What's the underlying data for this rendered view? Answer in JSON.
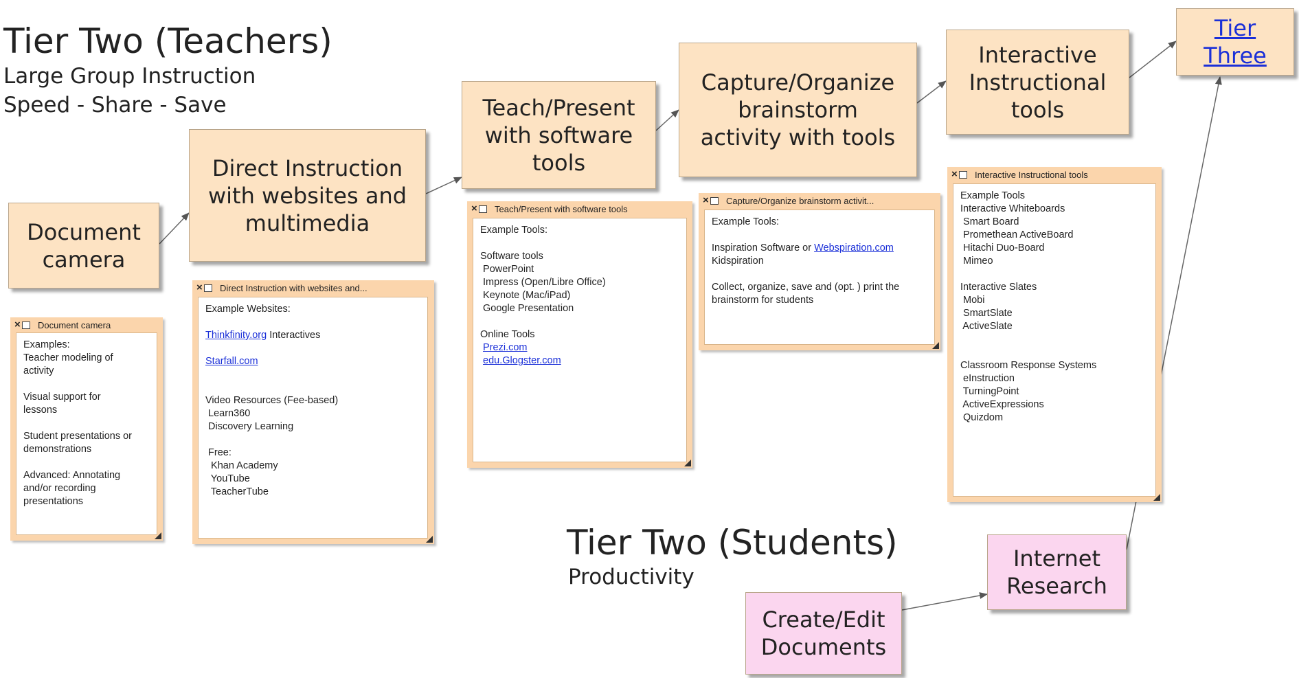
{
  "teachers_title": "Tier Two (Teachers)",
  "teachers_sub1": "Large Group Instruction",
  "teachers_sub2": "Speed - Share - Save",
  "students_title": "Tier Two (Students)",
  "students_sub": "Productivity",
  "nodes": {
    "doc_camera": [
      "Document",
      "camera"
    ],
    "direct": [
      "Direct Instruction",
      "with websites and",
      "multimedia"
    ],
    "teach": [
      "Teach/Present",
      "with software",
      "tools"
    ],
    "capture": [
      "Capture/Organize",
      "brainstorm",
      "activity with tools"
    ],
    "interactive": [
      "Interactive",
      "Instructional",
      "tools"
    ],
    "tier_three": [
      "Tier",
      "Three"
    ],
    "internet": [
      "Internet",
      "Research"
    ],
    "create": [
      "Create/Edit",
      "Documents"
    ]
  },
  "notes": {
    "doc_camera": {
      "title": "Document camera",
      "lines": [
        "Examples:",
        "Teacher modeling of",
        "activity",
        "",
        "Visual support for",
        "lessons",
        "",
        "Student presentations or",
        "demonstrations",
        "",
        "Advanced: Annotating",
        "and/or recording",
        "presentations"
      ]
    },
    "direct": {
      "title": "Direct Instruction with websites and...",
      "lines": [
        "Example Websites:",
        "",
        "[Thinkfinity.org] Interactives",
        "",
        "[Starfall.com]",
        "",
        "",
        "Video Resources (Fee-based)",
        " Learn360",
        " Discovery Learning",
        "",
        " Free:",
        "  Khan Academy",
        "  YouTube",
        "  TeacherTube"
      ]
    },
    "teach": {
      "title": "Teach/Present with software tools",
      "lines": [
        "Example Tools:",
        "",
        "Software tools",
        " PowerPoint",
        " Impress (Open/Libre Office)",
        " Keynote (Mac/iPad)",
        " Google Presentation",
        "",
        "Online Tools",
        " [Prezi.com]",
        " [edu.Glogster.com]"
      ]
    },
    "capture": {
      "title": "Capture/Organize brainstorm activit...",
      "lines": [
        "Example Tools:",
        "",
        "Inspiration Software or [Webspiration.com]",
        "Kidspiration",
        "",
        "Collect, organize, save and (opt. ) print the",
        "brainstorm for students"
      ]
    },
    "interactive": {
      "title": "Interactive Instructional tools",
      "lines": [
        "Example Tools",
        "Interactive Whiteboards",
        " Smart Board",
        " Promethean ActiveBoard",
        " Hitachi Duo-Board",
        " Mimeo",
        "",
        "Interactive Slates",
        " Mobi",
        " SmartSlate",
        " ActiveSlate",
        "",
        "",
        "Classroom Response Systems",
        " eInstruction",
        " TurningPoint",
        " ActiveExpressions",
        " Quizdom"
      ]
    }
  },
  "colors": {
    "teacher_node": "#fde3c3",
    "student_node": "#fbd6ef",
    "note_frame": "#fbd5ac",
    "link": "#1a2fd8"
  }
}
